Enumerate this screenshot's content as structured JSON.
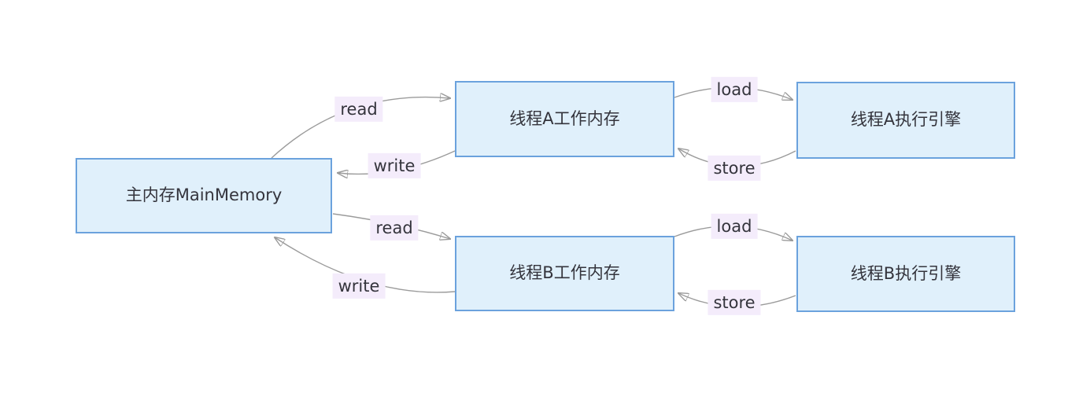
{
  "diagram": {
    "type": "flow-diagram",
    "nodes": [
      {
        "id": "main-memory",
        "label": "主内存MainMemory"
      },
      {
        "id": "thread-a-working-memory",
        "label": "线程A工作内存"
      },
      {
        "id": "thread-a-engine",
        "label": "线程A执行引擎"
      },
      {
        "id": "thread-b-working-memory",
        "label": "线程B工作内存"
      },
      {
        "id": "thread-b-engine",
        "label": "线程B执行引擎"
      }
    ],
    "edges": [
      {
        "label": "read",
        "from": "main-memory",
        "to": "thread-a-working-memory"
      },
      {
        "label": "write",
        "from": "thread-a-working-memory",
        "to": "main-memory"
      },
      {
        "label": "load",
        "from": "thread-a-working-memory",
        "to": "thread-a-engine"
      },
      {
        "label": "store",
        "from": "thread-a-engine",
        "to": "thread-a-working-memory"
      },
      {
        "label": "read",
        "from": "main-memory",
        "to": "thread-b-working-memory"
      },
      {
        "label": "write",
        "from": "thread-b-working-memory",
        "to": "main-memory"
      },
      {
        "label": "load",
        "from": "thread-b-working-memory",
        "to": "thread-b-engine"
      },
      {
        "label": "store",
        "from": "thread-b-engine",
        "to": "thread-b-working-memory"
      }
    ],
    "colors": {
      "node_fill": "#e0f0fb",
      "node_border": "#6ba2dd",
      "edge_stroke": "#9b9b9b",
      "label_bg": "#f4ecfb",
      "text": "#34343c",
      "canvas_bg": "#ffffff"
    }
  }
}
